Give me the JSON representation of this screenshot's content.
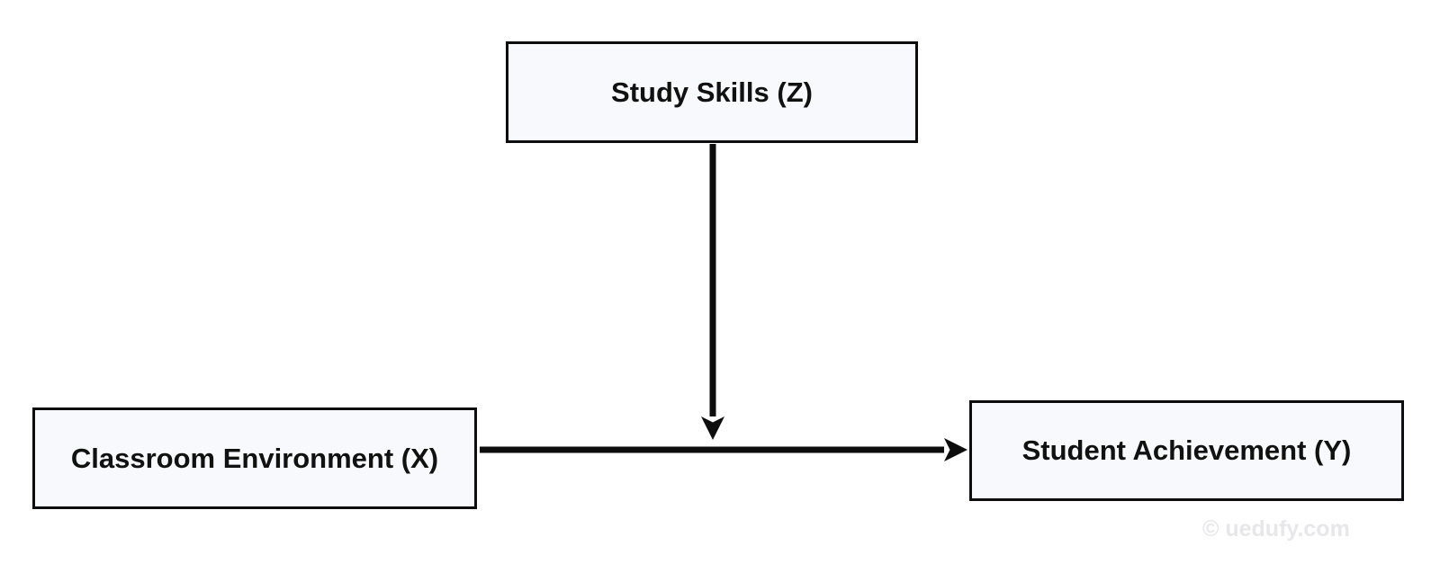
{
  "diagram": {
    "type": "path-diagram",
    "nodes": [
      {
        "id": "Z",
        "label": "Study Skills (Z)",
        "role": "moderator"
      },
      {
        "id": "X",
        "label": "Classroom Environment (X)",
        "role": "predictor"
      },
      {
        "id": "Y",
        "label": "Student Achievement (Y)",
        "role": "outcome"
      }
    ],
    "edges": [
      {
        "from": "X",
        "to": "Y",
        "style": "solid-arrow"
      },
      {
        "from": "Z",
        "to": "X-Y-path",
        "style": "solid-arrow"
      }
    ],
    "watermark": "© uedufy.com",
    "colors": {
      "background": "#ffffff",
      "node_fill": "#f8f9fc",
      "node_border": "#0d0d0d",
      "arrow": "#0d0d0d",
      "text": "#111111",
      "watermark": "#e7e7e9"
    }
  }
}
